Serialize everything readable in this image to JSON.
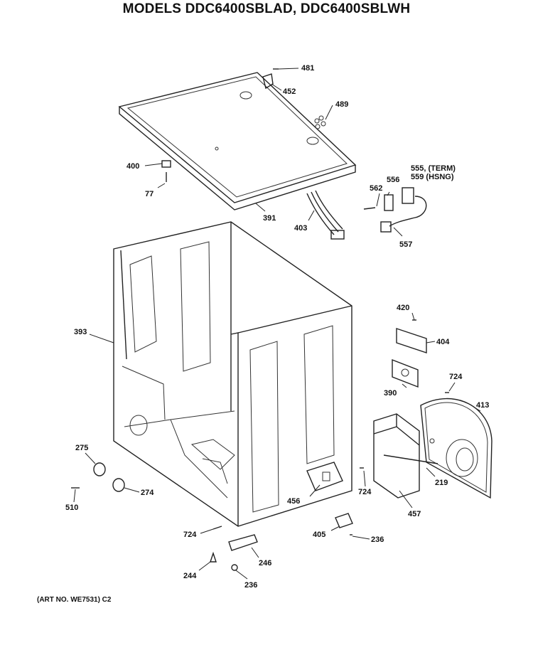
{
  "title": "MODELS DDC6400SBLAD, DDC6400SBLWH",
  "art_no": "(ART NO. WE7531) C2",
  "callouts": {
    "p481": "481",
    "p452": "452",
    "p489": "489",
    "p400": "400",
    "p77": "77",
    "p391": "391",
    "p403": "403",
    "p555": "555, (TERM)",
    "p559": "559  (HSNG)",
    "p556": "556",
    "p562": "562",
    "p557": "557",
    "p393": "393",
    "p420": "420",
    "p404": "404",
    "p390": "390",
    "p724a": "724",
    "p413": "413",
    "p275": "275",
    "p274": "274",
    "p510": "510",
    "p219": "219",
    "p456": "456",
    "p724b": "724",
    "p457": "457",
    "p724c": "724",
    "p405": "405",
    "p236a": "236",
    "p246": "246",
    "p244": "244",
    "p236b": "236"
  }
}
